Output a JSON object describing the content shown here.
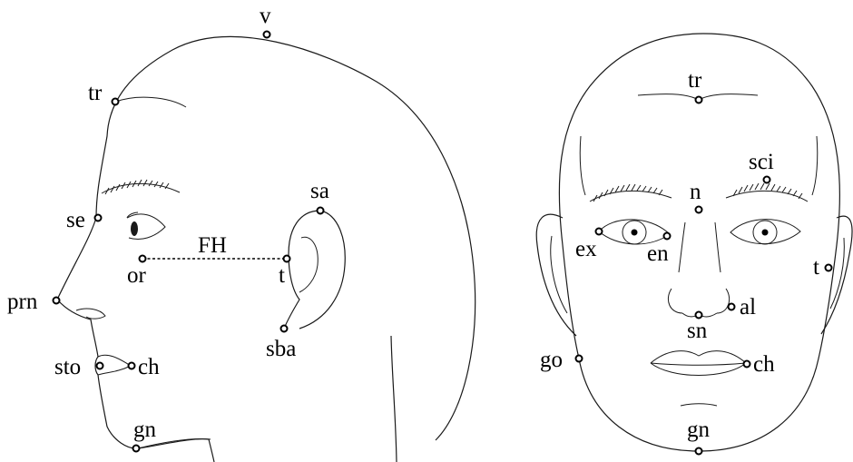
{
  "profile_view": {
    "landmarks": {
      "v": "v",
      "tr": "tr",
      "se": "se",
      "or": "or",
      "prn": "prn",
      "sto": "sto",
      "ch": "ch",
      "gn": "gn",
      "sa": "sa",
      "t": "t",
      "sba": "sba"
    },
    "plane_label": "FH"
  },
  "frontal_view": {
    "landmarks": {
      "tr": "tr",
      "sci": "sci",
      "n": "n",
      "ex": "ex",
      "en": "en",
      "t": "t",
      "al": "al",
      "sn": "sn",
      "go": "go",
      "ch": "ch",
      "gn": "gn"
    }
  }
}
